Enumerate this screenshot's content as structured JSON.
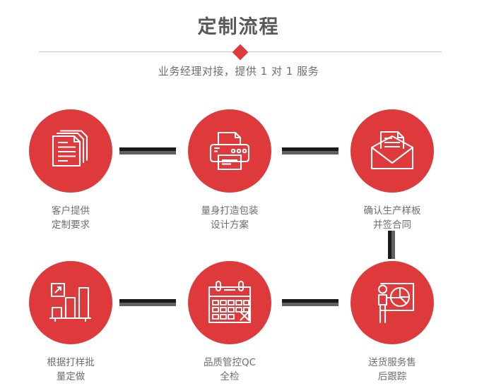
{
  "header": {
    "title": "定制流程",
    "subtitle": "业务经理对接，提供 1 对 1 服务",
    "divider_icon": "diamond-icon"
  },
  "colors": {
    "accent_red": "#df3a3b",
    "text_gray": "#6d6e71",
    "title_gray": "#58595b",
    "connector_dark": "#1a1a1a",
    "connector_light": "#5f6062",
    "divider_line": "#c9c9c9"
  },
  "steps": [
    {
      "index": 1,
      "icon": "documents-stack-icon",
      "label": "客户提供\n定制要求"
    },
    {
      "index": 2,
      "icon": "printer-icon",
      "label": "量身打造包装\n设计方案"
    },
    {
      "index": 3,
      "icon": "envelope-document-icon",
      "label": "确认生产样板\n并签合同"
    },
    {
      "index": 4,
      "icon": "bar-chart-growth-icon",
      "label": "根据打样批\n量定做"
    },
    {
      "index": 5,
      "icon": "calendar-icon",
      "label": "品质管控QC\n全检"
    },
    {
      "index": 6,
      "icon": "presenter-pie-chart-icon",
      "label": "送货服务售\n后跟踪"
    }
  ],
  "connectors": [
    {
      "name": "connector-step1-step2",
      "orientation": "horizontal"
    },
    {
      "name": "connector-step2-step3",
      "orientation": "horizontal"
    },
    {
      "name": "connector-step4-step5",
      "orientation": "horizontal"
    },
    {
      "name": "connector-step5-step6",
      "orientation": "horizontal"
    },
    {
      "name": "connector-step3-step6",
      "orientation": "vertical"
    }
  ]
}
